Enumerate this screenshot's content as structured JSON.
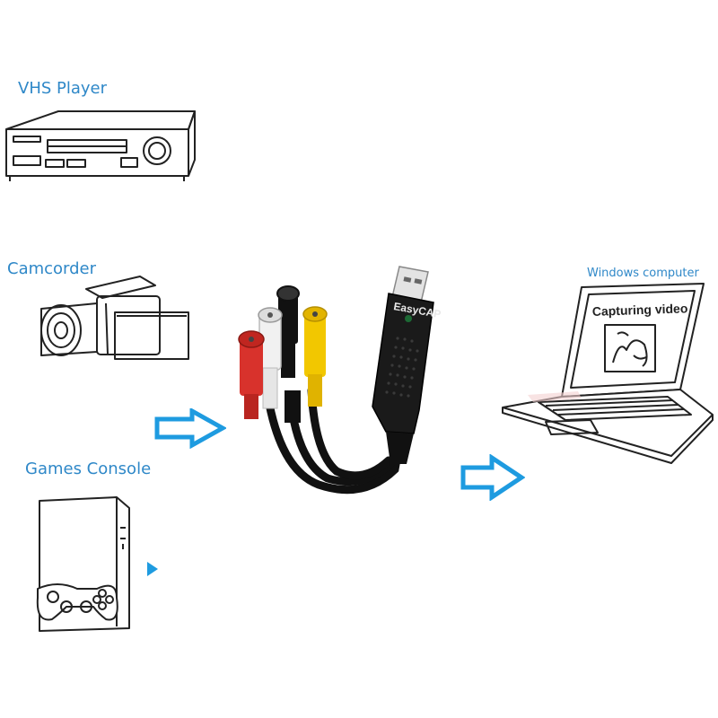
{
  "sources": {
    "vhs_label": "VHS Player",
    "camcorder_label": "Camcorder",
    "console_label": "Games Console"
  },
  "device": {
    "brand": "EasyCAP"
  },
  "target": {
    "label": "Windows computer",
    "screen_text": "Capturing video"
  },
  "colors": {
    "label_blue": "#2f88c8",
    "arrow_blue": "#1e9be0",
    "red_jack": "#d8322c",
    "yellow_jack": "#f2c700",
    "white_jack": "#eeeeee",
    "cable_black": "#111111"
  }
}
